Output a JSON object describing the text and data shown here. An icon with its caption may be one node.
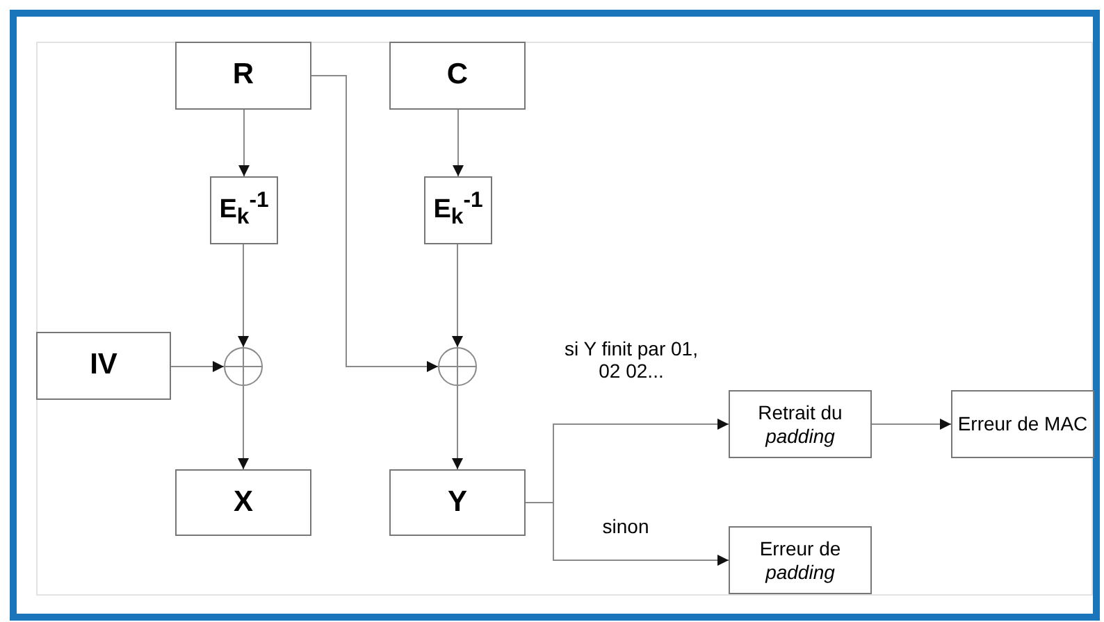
{
  "diagram": {
    "nodes": [
      {
        "text": [
          "R"
        ]
      },
      {
        "text": [
          "C"
        ]
      },
      {
        "text": [
          "E$_{k}$$^{-1}$"
        ]
      },
      {
        "text": [
          "E$_{k}$$^{-1}$"
        ]
      },
      {
        "text": [
          "IV"
        ]
      },
      {
        "text": [],
        "shape": "circle"
      },
      {
        "text": [],
        "shape": "circle"
      },
      {
        "text": [
          "X"
        ]
      },
      {
        "text": [
          "Y"
        ]
      },
      {
        "text": [
          "Retrait du *padding*"
        ]
      },
      {
        "text": [
          "Erreur de MAC"
        ]
      },
      {
        "text": [
          "Erreur de *padding*"
        ]
      }
    ],
    "edges": [
      {
        "from": 0,
        "to": 2,
        "arrow": "to"
      },
      {
        "from": 1,
        "to": 3,
        "arrow": "to"
      },
      {
        "from": 2,
        "to": 5,
        "arrow": "to"
      },
      {
        "from": 4,
        "to": 5,
        "arrow": "to"
      },
      {
        "from": 5,
        "to": 7,
        "arrow": "to"
      },
      {
        "from": 0,
        "to": 6,
        "arrow": "to"
      },
      {
        "from": 3,
        "to": 6,
        "arrow": "to"
      },
      {
        "from": 6,
        "to": 8,
        "arrow": "to"
      },
      {
        "from": 8,
        "to": 9,
        "arrow": "to",
        "label": "si Y finit par 01, 02 02..."
      },
      {
        "from": 8,
        "to": 11,
        "arrow": "to",
        "label": "sinon"
      },
      {
        "from": 9,
        "to": 10,
        "arrow": "to"
      }
    ]
  }
}
